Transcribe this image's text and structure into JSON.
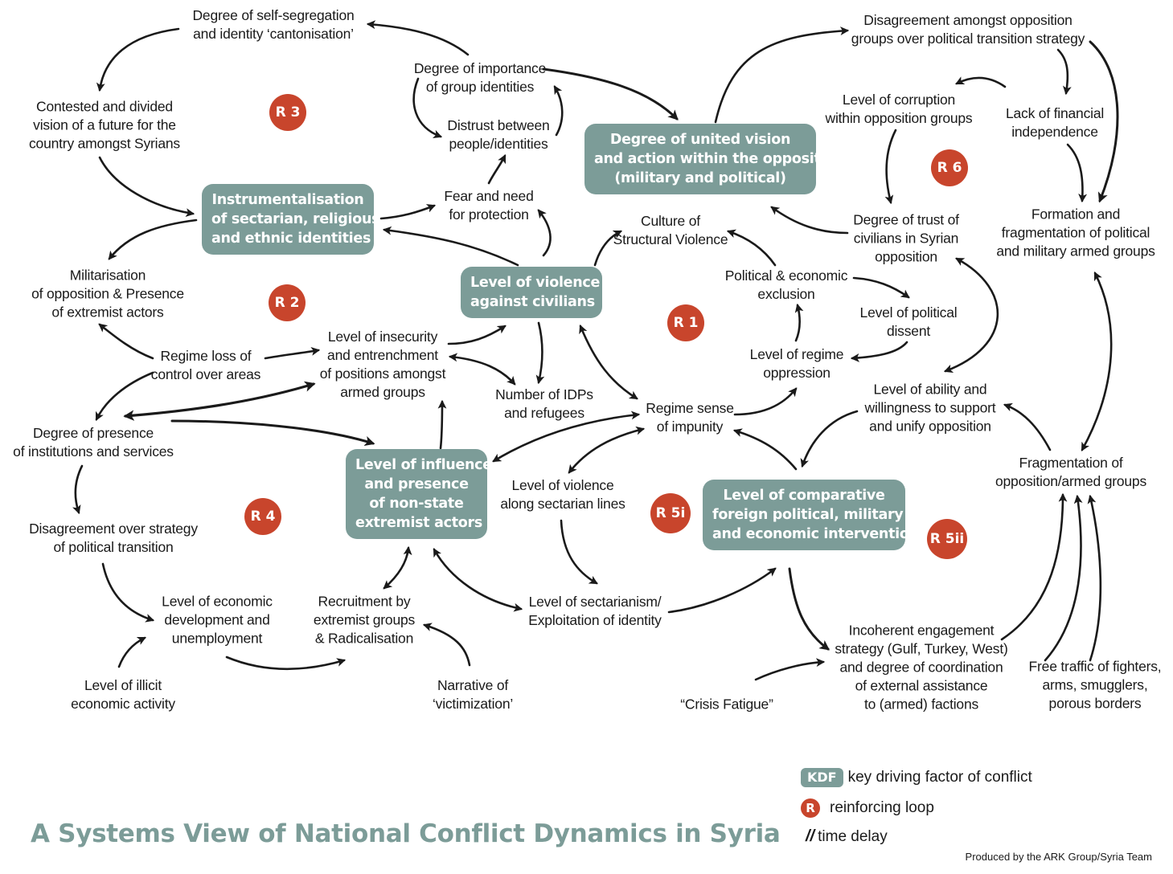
{
  "title": "A Systems View of National Conflict Dynamics in Syria",
  "credit": "Produced by the ARK Group/Syria Team",
  "colors": {
    "kdf": "#7c9c98",
    "loop": "#c8452c",
    "arrow": "#1a1a1a"
  },
  "key_driving_factors": {
    "united_vision": [
      "Degree of united vision",
      "and action within the opposition",
      "(military and political)"
    ],
    "instrumentalisation": [
      "Instrumentalisation",
      "of sectarian, religious,",
      "and ethnic identities"
    ],
    "violence_civilians": [
      "Level of violence",
      "against civilians"
    ],
    "influence_extremists": [
      "Level of influence",
      "and presence",
      "of non-state",
      "extremist actors"
    ],
    "foreign_intervention": [
      "Level of comparative",
      "foreign political, military",
      "and economic intervention"
    ]
  },
  "factors": {
    "self_segregation": [
      "Degree of self-segregation",
      "and identity ‘cantonisation’"
    ],
    "importance_identities": [
      "Degree of importance",
      "of group identities"
    ],
    "distrust": [
      "Distrust between",
      "people/identities"
    ],
    "contested_vision": [
      "Contested and divided",
      "vision of a future for the",
      "country amongst Syrians"
    ],
    "fear_protection": [
      "Fear and need",
      "for protection"
    ],
    "militarisation": [
      "Militarisation",
      "of opposition & Presence",
      "of extremist actors"
    ],
    "regime_loss": [
      "Regime loss of",
      "control over areas"
    ],
    "insecurity": [
      "Level of insecurity",
      "and entrenchment",
      "of positions amongst",
      "armed groups"
    ],
    "idps": [
      "Number of IDPs",
      "and refugees"
    ],
    "institutions": [
      "Degree of presence",
      "of institutions and services"
    ],
    "disagreement_transition": [
      "Disagreement over strategy",
      "of political transition"
    ],
    "economic_development": [
      "Level of economic",
      "development and",
      "unemployment"
    ],
    "illicit": [
      "Level of illicit",
      "economic activity"
    ],
    "recruitment": [
      "Recruitment by",
      "extremist groups",
      "& Radicalisation"
    ],
    "victimization": [
      "Narrative of",
      "‘victimization’"
    ],
    "sectarian_violence": [
      "Level of violence",
      "along sectarian lines"
    ],
    "sectarianism": [
      "Level of sectarianism/",
      "Exploitation of identity"
    ],
    "impunity": [
      "Regime sense",
      "of impunity"
    ],
    "structural_violence": [
      "Culture of",
      "Structural Violence"
    ],
    "exclusion": [
      "Political & economic",
      "exclusion"
    ],
    "regime_oppression": [
      "Level of regime",
      "oppression"
    ],
    "political_dissent": [
      "Level of political",
      "dissent"
    ],
    "opposition_disagreement": [
      "Disagreement amongst opposition",
      "groups over political transition strategy"
    ],
    "corruption": [
      "Level of corruption",
      "within opposition groups"
    ],
    "financial_independence": [
      "Lack of financial",
      "independence"
    ],
    "trust_civilians": [
      "Degree of trust of",
      "civilians in Syrian",
      "opposition"
    ],
    "armed_groups_formation": [
      "Formation and",
      "fragmentation of political",
      "and military armed groups"
    ],
    "ability_support": [
      "Level of ability and",
      "willingness to support",
      "and unify opposition"
    ],
    "fragmentation": [
      "Fragmentation of",
      "opposition/armed groups"
    ],
    "incoherent_engagement": [
      "Incoherent engagement",
      "strategy (Gulf, Turkey, West)",
      "and degree of coordination",
      "of external assistance",
      "to (armed) factions"
    ],
    "crisis_fatigue": [
      "“Crisis Fatigue”"
    ],
    "free_traffic": [
      "Free traffic of fighters,",
      "arms, smugglers,",
      "porous borders"
    ]
  },
  "loops": {
    "r1": "R 1",
    "r2": "R 2",
    "r3": "R 3",
    "r4": "R 4",
    "r5i": "R 5i",
    "r5ii": "R 5ii",
    "r6": "R 6"
  },
  "legend": {
    "kdf_badge": "KDF",
    "kdf_text": "key driving factor of conflict",
    "loop_badge": "R",
    "loop_text": "reinforcing loop",
    "delay_symbol": "//",
    "delay_text": "time delay"
  }
}
